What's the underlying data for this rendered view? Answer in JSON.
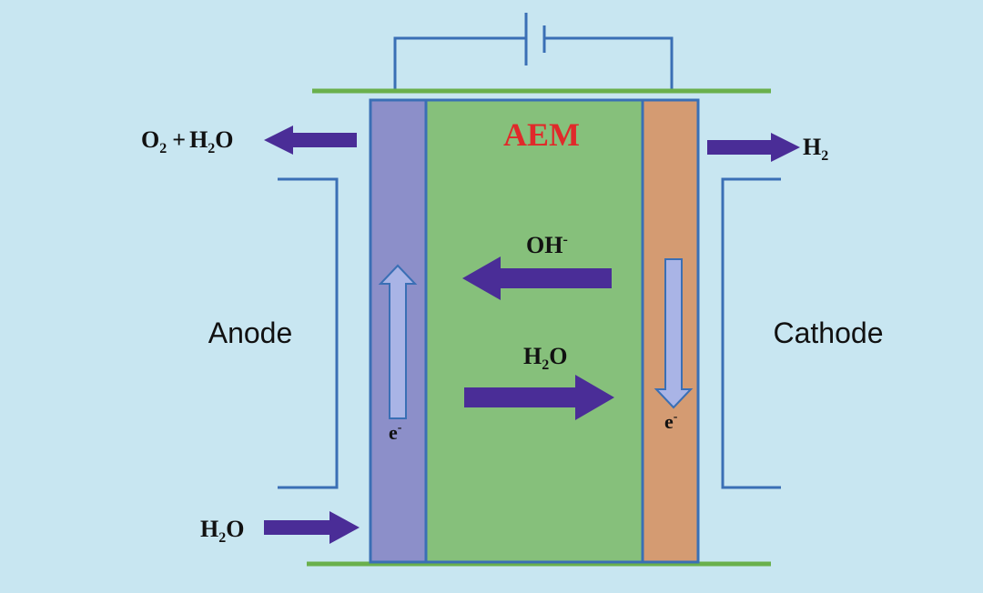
{
  "diagram": {
    "membrane_label": "AEM",
    "anode_label": "Anode",
    "cathode_label": "Cathode",
    "anode_outlet_label": {
      "o": "O",
      "o_sub": "2",
      "plus": "+",
      "h": "H",
      "h_sub": "2",
      "o2": "O"
    },
    "cathode_outlet_label": {
      "h": "H",
      "h_sub": "2"
    },
    "anode_inlet_label": {
      "h": "H",
      "h_sub": "2",
      "o": "O"
    },
    "hydroxide_label": {
      "text": "OH",
      "sup": "-"
    },
    "water_label": {
      "h": "H",
      "h_sub": "2",
      "o": "O"
    },
    "anode_electron_label": {
      "text": "e",
      "sup": "-"
    },
    "cathode_electron_label": {
      "text": "e",
      "sup": "-"
    },
    "colors": {
      "background": "#c8e6f1",
      "membrane": "#86c07b",
      "anode_electrode": "#8c8fc9",
      "cathode_electrode": "#d49b72",
      "wire": "#3a6fb5",
      "plate": "#6ab04c",
      "arrow": "#4a2d97",
      "electron_arrow": "#a9b4e6",
      "membrane_label": "#e02a2a"
    }
  }
}
